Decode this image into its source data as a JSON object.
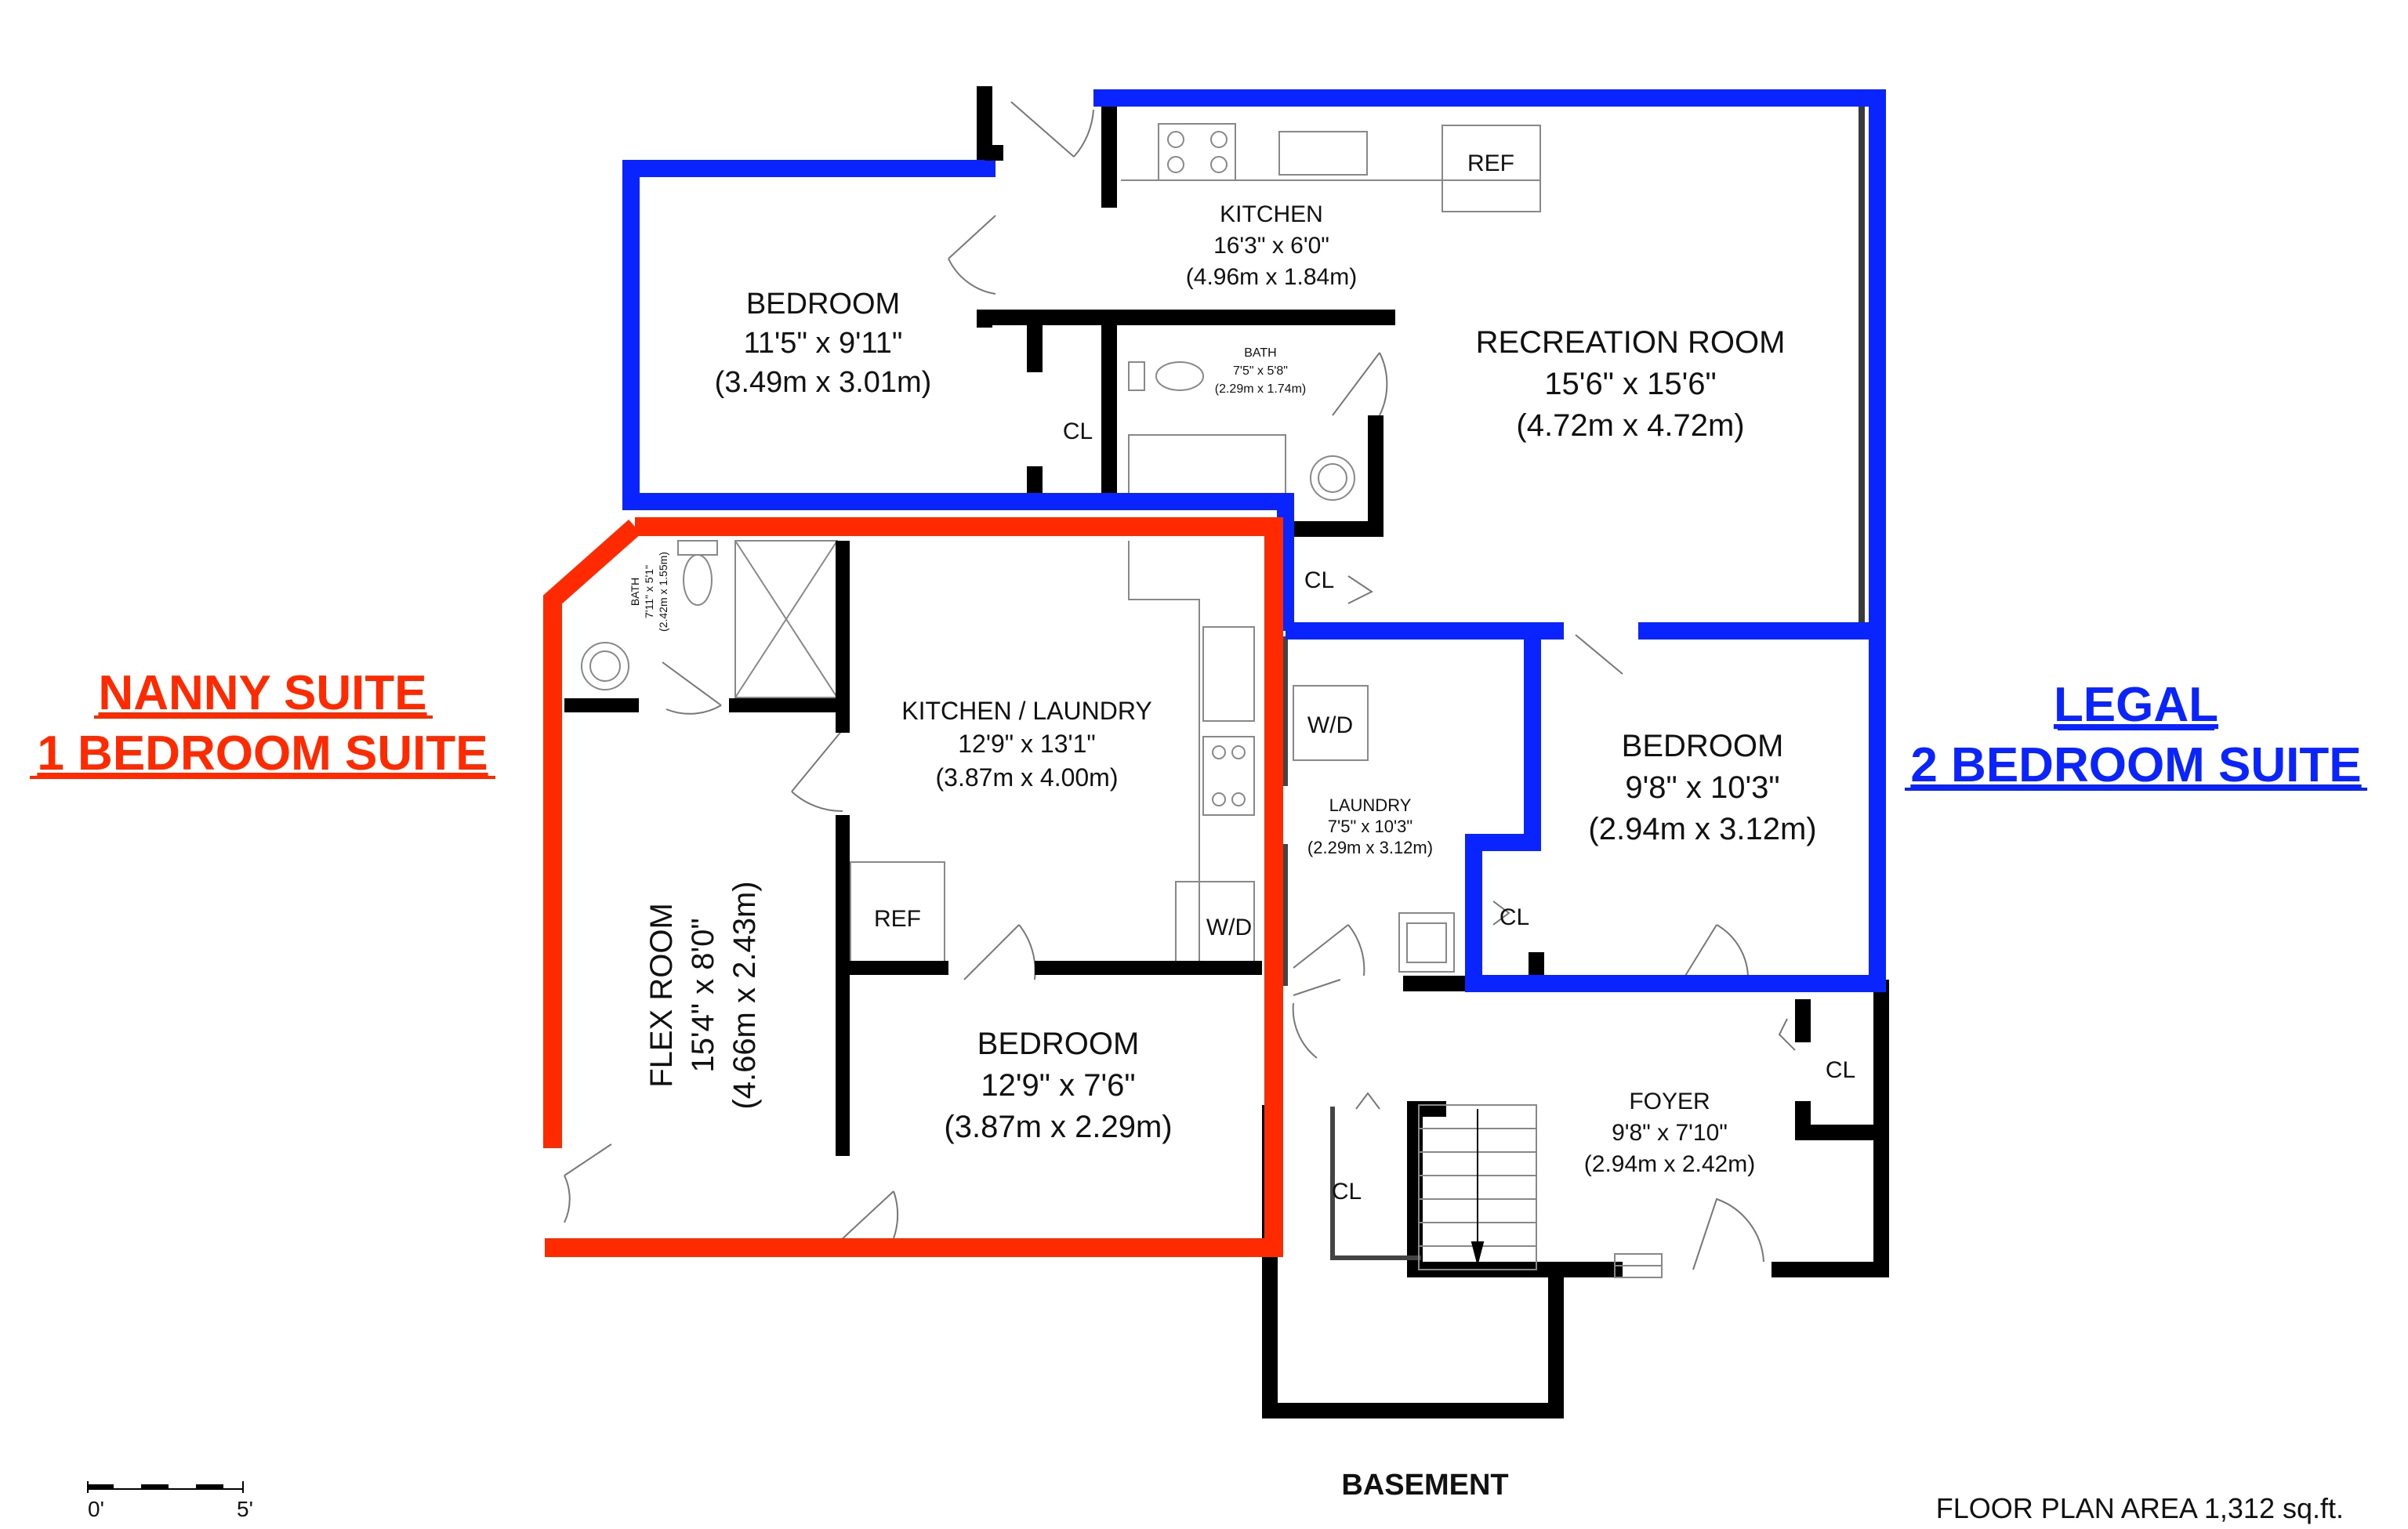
{
  "colors": {
    "wall": "#000000",
    "nanny_suite": "#ff2a00",
    "legal_suite": "#0a24ff",
    "fixture": "#888888"
  },
  "suites": {
    "nanny": {
      "line1": "NANNY SUITE",
      "line2": "1 BEDROOM SUITE"
    },
    "legal": {
      "line1": "LEGAL",
      "line2": "2 BEDROOM SUITE"
    }
  },
  "rooms": {
    "bedroom_nw": {
      "name": "BEDROOM",
      "dim_imperial": "11'5\" x 9'11\"",
      "dim_metric": "(3.49m x 3.01m)"
    },
    "kitchen_top": {
      "name": "KITCHEN",
      "dim_imperial": "16'3\" x 6'0\"",
      "dim_metric": "(4.96m x 1.84m)"
    },
    "bath_top": {
      "name": "BATH",
      "dim_imperial": "7'5\" x 5'8\"",
      "dim_metric": "(2.29m x 1.74m)"
    },
    "recreation_room": {
      "name": "RECREATION ROOM",
      "dim_imperial": "15'6\" x 15'6\"",
      "dim_metric": "(4.72m x 4.72m)"
    },
    "bath_nanny": {
      "name": "BATH",
      "dim_imperial": "7'11\" x 5'1\"",
      "dim_metric": "(2.42m x 1.55m)"
    },
    "kitchen_laundry": {
      "name": "KITCHEN / LAUNDRY",
      "dim_imperial": "12'9\" x 13'1\"",
      "dim_metric": "(3.87m x 4.00m)"
    },
    "flex_room": {
      "name": "FLEX ROOM",
      "dim_imperial": "15'4\" x 8'0\"",
      "dim_metric": "(4.66m x 2.43m)"
    },
    "bedroom_sw": {
      "name": "BEDROOM",
      "dim_imperial": "12'9\" x 7'6\"",
      "dim_metric": "(3.87m x 2.29m)"
    },
    "laundry": {
      "name": "LAUNDRY",
      "dim_imperial": "7'5\" x 10'3\"",
      "dim_metric": "(2.29m x 3.12m)"
    },
    "bedroom_e": {
      "name": "BEDROOM",
      "dim_imperial": "9'8\" x 10'3\"",
      "dim_metric": "(2.94m x 3.12m)"
    },
    "foyer": {
      "name": "FOYER",
      "dim_imperial": "9'8\" x 7'10\"",
      "dim_metric": "(2.94m x 2.42m)"
    }
  },
  "fixture_labels": {
    "ref": "REF",
    "wd": "W/D",
    "closet": "CL"
  },
  "footer": {
    "floor_name": "BASEMENT",
    "area": "FLOOR PLAN AREA 1,312 sq.ft.",
    "scale_start": "0'",
    "scale_end": "5'"
  }
}
